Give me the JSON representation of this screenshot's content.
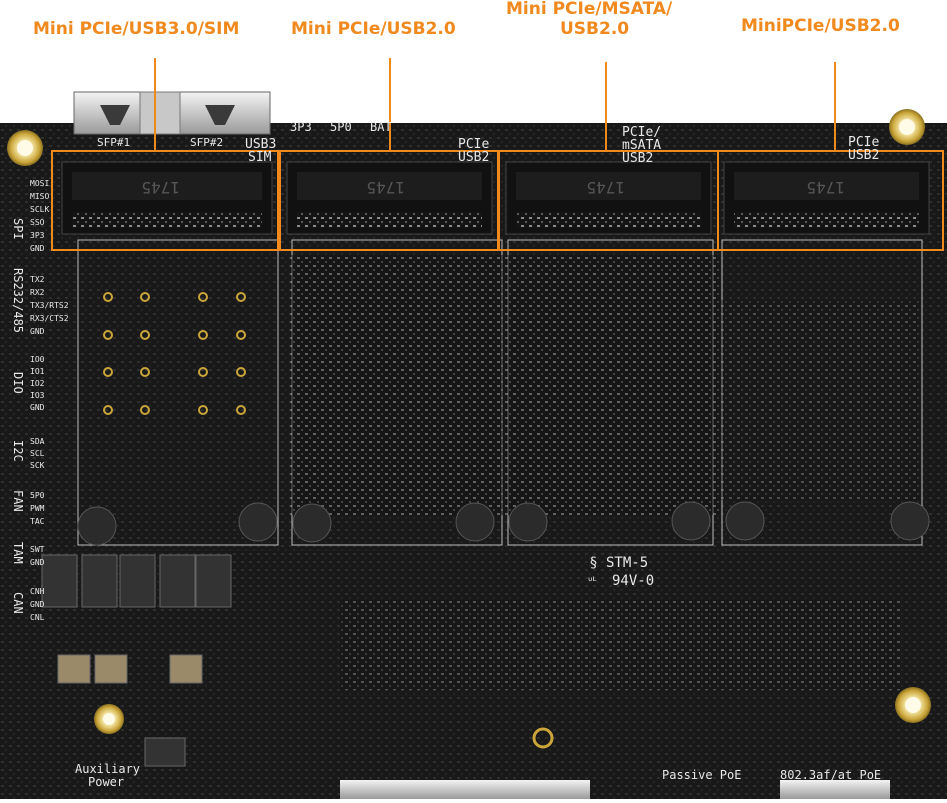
{
  "callouts": {
    "slot1": "Mini PCIe/USB3.0/SIM",
    "slot2": "Mini PCIe/USB2.0",
    "slot3_line1": "Mini PCIe/MSATA/",
    "slot3_line2": "USB2.0",
    "slot4": "MiniPCIe/USB2.0"
  },
  "board": {
    "top_labels": {
      "sfp1": "SFP#1",
      "sfp2": "SFP#2",
      "usb3": "USB3",
      "sim": "SIM",
      "p3": "3P3",
      "p5": "5P0",
      "bat": "BAT",
      "pcie_usb2_a1": "PCIe",
      "pcie_usb2_a2": "USB2",
      "pcie_msata1": "PCIe/",
      "pcie_msata2": "mSATA",
      "pcie_msata3": "USB2",
      "pcie_usb2_b1": "PCIe",
      "pcie_usb2_b2": "USB2"
    },
    "slot_codes": [
      "1745",
      "1745",
      "1745",
      "1745"
    ],
    "left_groups": {
      "spi": "SPI",
      "rs": "RS232/485",
      "dio": "DIO",
      "i2c": "I2C",
      "fan": "FAN",
      "tam": "TAM",
      "can": "CAN"
    },
    "left_pins": {
      "spi": [
        "MOSI",
        "MISO",
        "SCLK",
        "SSO",
        "3P3",
        "GND"
      ],
      "rs": [
        "TX2",
        "RX2",
        "TX3/RTS2",
        "RX3/CTS2",
        "GND"
      ],
      "dio": [
        "IO0",
        "IO1",
        "IO2",
        "IO3",
        "GND"
      ],
      "i2c": [
        "SDA",
        "SCL",
        "SCK"
      ],
      "fan": [
        "5P0",
        "PWM",
        "TAC"
      ],
      "tam": [
        "SWT",
        "GND"
      ],
      "can": [
        "CNH",
        "GND",
        "CNL"
      ]
    },
    "stm": "STM-5",
    "ul": "94V-0",
    "aux1": "Auxiliary",
    "aux2": "Power",
    "passive_poe": "Passive PoE",
    "poe_8023": "802.3af/at PoE"
  }
}
